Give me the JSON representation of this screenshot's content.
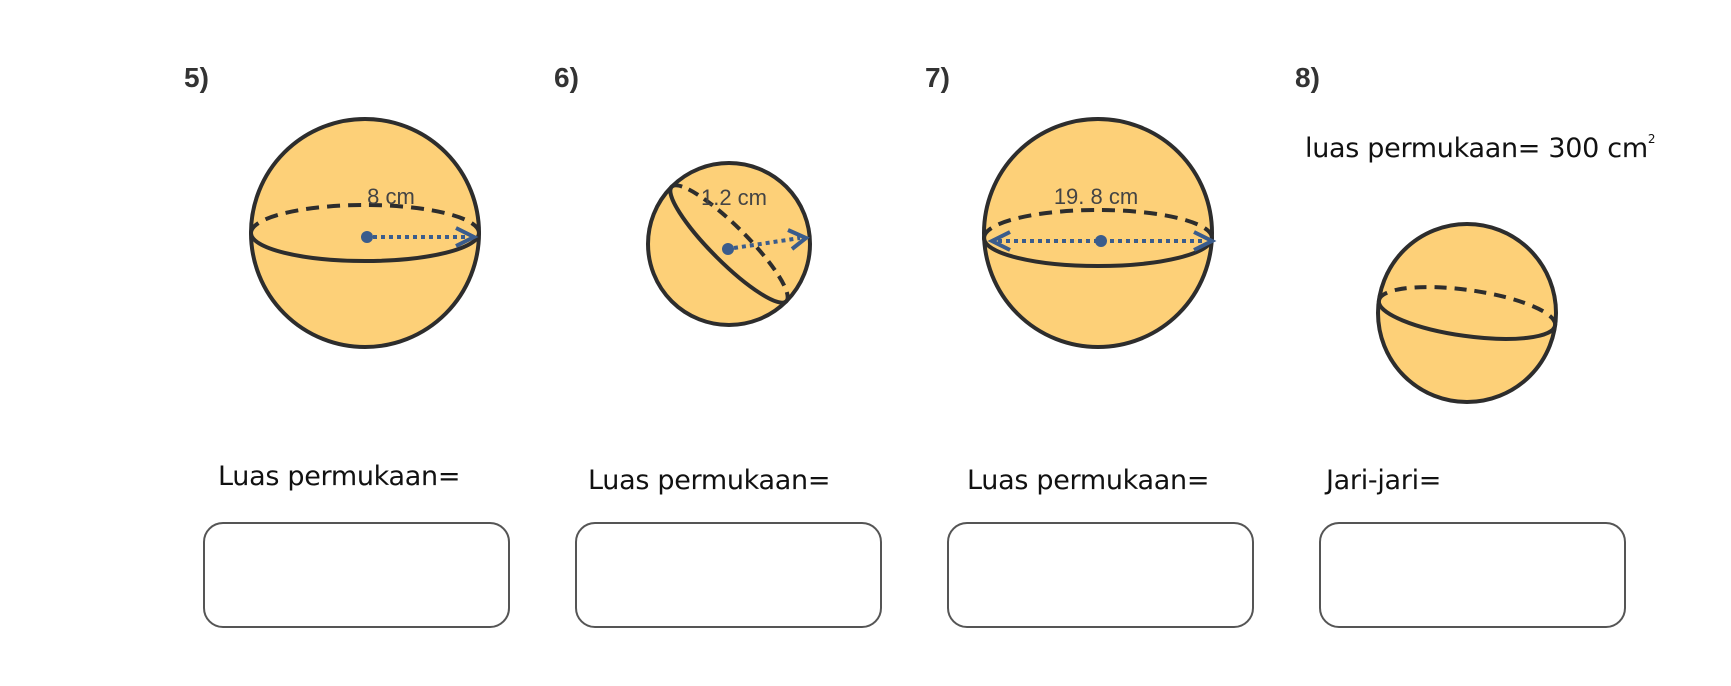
{
  "questions": [
    {
      "number": "5)",
      "dimension": "8 cm",
      "prompt": "Luas permukaan="
    },
    {
      "number": "6)",
      "dimension": "1.2 cm",
      "prompt": "Luas permukaan="
    },
    {
      "number": "7)",
      "dimension": "19. 8 cm",
      "prompt": "Luas permukaan="
    },
    {
      "number": "8)",
      "given_text": "luas permukaan= 300 cm",
      "given_sup": "2",
      "prompt": "Jari-jari="
    }
  ],
  "colors": {
    "sphere_fill": "#fdd078",
    "outline": "#2d2d2d",
    "arrow": "#3a5c8c"
  }
}
